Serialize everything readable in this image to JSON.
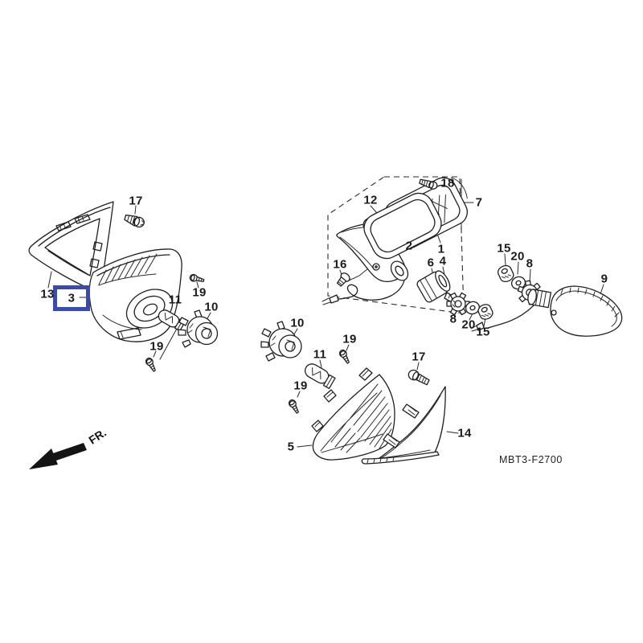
{
  "diagram": {
    "code": "MBT3-F2700",
    "direction_label": "FR.",
    "selected_callout": "3",
    "highlight_color": "#3a4aad",
    "ink_color": "#1f1f1f",
    "background_color": "#ffffff"
  },
  "callouts": [
    {
      "label": "17"
    },
    {
      "label": "13"
    },
    {
      "label": "3"
    },
    {
      "label": "19"
    },
    {
      "label": "11"
    },
    {
      "label": "10"
    },
    {
      "label": "19"
    },
    {
      "label": "12"
    },
    {
      "label": "18"
    },
    {
      "label": "7"
    },
    {
      "label": "2"
    },
    {
      "label": "1"
    },
    {
      "label": "16"
    },
    {
      "label": "6"
    },
    {
      "label": "4"
    },
    {
      "label": "8"
    },
    {
      "label": "20"
    },
    {
      "label": "15"
    },
    {
      "label": "15"
    },
    {
      "label": "20"
    },
    {
      "label": "8"
    },
    {
      "label": "9"
    },
    {
      "label": "10"
    },
    {
      "label": "19"
    },
    {
      "label": "11"
    },
    {
      "label": "19"
    },
    {
      "label": "17"
    },
    {
      "label": "5"
    },
    {
      "label": "14"
    }
  ]
}
